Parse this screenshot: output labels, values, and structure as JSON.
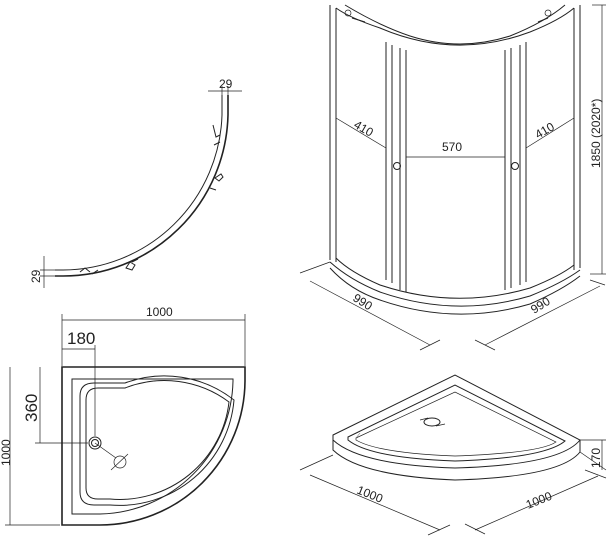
{
  "dimensions": {
    "profile_top_width": "29",
    "profile_side_width": "29",
    "tray_width": "1000",
    "drain_offset_x": "180",
    "drain_offset_y": "360",
    "tray_depth": "1000",
    "panel_left": "410",
    "door_opening": "570",
    "panel_right": "410",
    "cabin_height": "1850 (2020*)",
    "cabin_side_left": "990",
    "cabin_side_right": "990",
    "tray_iso_left": "1000",
    "tray_iso_right": "1000",
    "tray_height": "170"
  }
}
